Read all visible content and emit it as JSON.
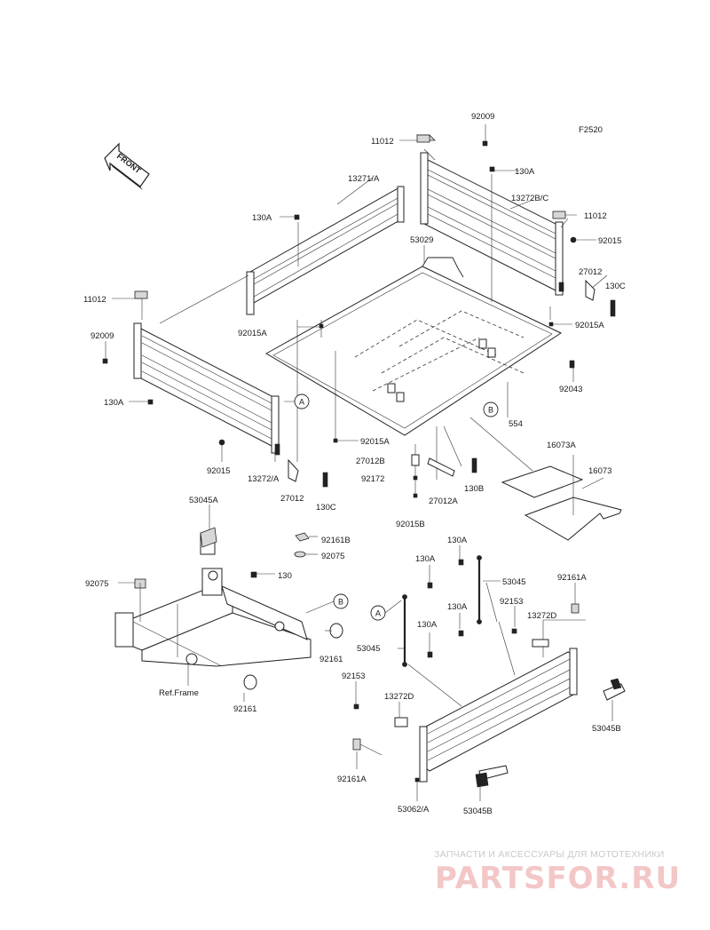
{
  "figure_code": "F2520",
  "front_indicator": "FRONT",
  "parts": {
    "p11012_top": "11012",
    "p92009_top": "92009",
    "p130A_top": "130A",
    "p13272BC": "13272B/C",
    "p11012_right": "11012",
    "p92015_right": "92015",
    "p27012_right": "27012",
    "p130C_right": "130C",
    "p92015A_right": "92015A",
    "p92043": "92043",
    "p554": "554",
    "p13271A": "13271/A",
    "p130A_left_top": "130A",
    "p53029": "53029",
    "p92015A_mid": "92015A",
    "p11012_left": "11012",
    "p92009_left": "92009",
    "p130A_left": "130A",
    "p92015_left": "92015",
    "p13272A": "13272/A",
    "p27012_left": "27012",
    "p130C_left": "130C",
    "p92015A_lower": "92015A",
    "p27012B": "27012B",
    "p92172": "92172",
    "p130B": "130B",
    "p27012A": "27012A",
    "p92015B": "92015B",
    "p16073A": "16073A",
    "p16073": "16073",
    "p53045A": "53045A",
    "p92161B": "92161B",
    "p92075_right": "92075",
    "p130_frame": "130",
    "p92075_left": "92075",
    "p92161_mid": "92161",
    "ref_frame": "Ref.Frame",
    "p92161_low": "92161",
    "p130A_strut_a": "130A",
    "p130A_strut_b": "130A",
    "p53045_right": "53045",
    "p92161A_right": "92161A",
    "p92153_right": "92153",
    "p13272D_right": "13272D",
    "p130A_strut_c": "130A",
    "p130A_strut_d": "130A",
    "p53045_left": "53045",
    "p92153_left": "92153",
    "p13272D_left": "13272D",
    "p53045B_right": "53045B",
    "p92161A_left": "92161A",
    "p53062A": "53062/A",
    "p53045B_bottom": "53045B"
  },
  "callouts": {
    "A_upper": "A",
    "B_upper": "B",
    "B_frame": "B",
    "A_lower": "A"
  },
  "watermark": {
    "subtitle": "ЗАПЧАСТИ И АКСЕССУАРЫ ДЛЯ МОТОТЕХНИКИ",
    "brand": "PARTSFOR.RU"
  }
}
